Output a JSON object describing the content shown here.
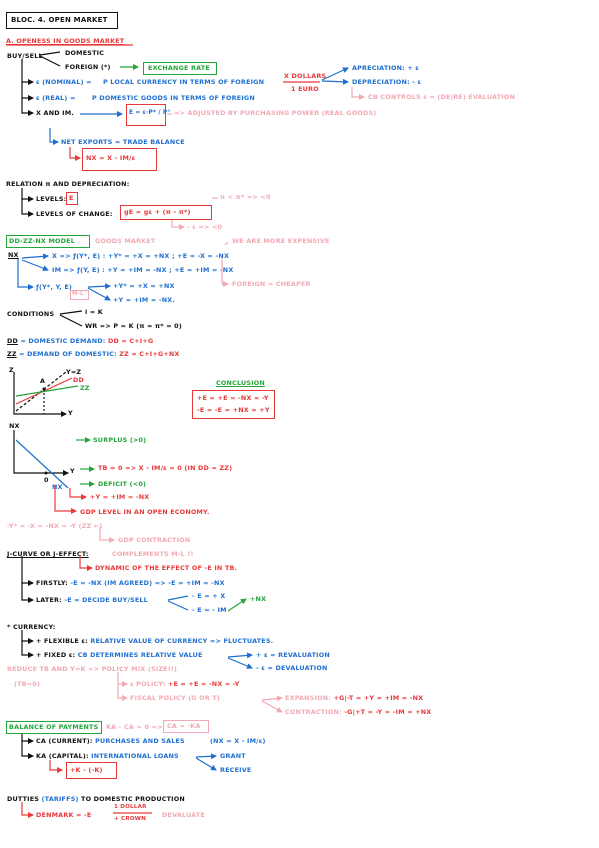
{
  "title": "BLOC. 4. OPEN MARKET",
  "colors": {
    "black": "#111111",
    "blue": "#1f6fd1",
    "red": "#e8393a",
    "green": "#22a63a",
    "pink": "#f2a9b4"
  },
  "s1": {
    "heading": "A. OPENESS IN GOODS MARKET",
    "buysell": "BUY/SELL",
    "domestic": "DOMESTIC",
    "foreign": "FOREIGN (*)",
    "exchange_rate": "EXCHANGE RATE",
    "e_nominal_sym": "ε (NOMINAL) = ",
    "e_nominal_def": "P LOCAL CURRENCY IN TERMS OF FOREIGN",
    "frac_num": "X DOLLARS",
    "frac_den": "1 EURO",
    "appreciation": "APRECIATION: + ε",
    "depreciation": "DEPRECIATION: - ε",
    "cb_controls": "CB CONTROLS  ε = (DE|RE) EVALUATION",
    "e_real_sym": "ε (REAL) = ",
    "e_real_def": "P DOMESTIC GOODS IN TERMS OF FOREIGN",
    "x_and_im": "X AND IM.",
    "e_formula": "E = ε·P* / P°",
    "adjusted": "=> ADJUSTED BY PURCHASING POWER (REAL GOODS)",
    "net_exports": "NET EXPORTS = TRADE BALANCE",
    "nx_formula": "NX = X - IM/ε"
  },
  "s2": {
    "heading": "RELATION π AND DEPRECIATION:",
    "levels_label": "LEVELS:",
    "levels_box": "E",
    "change_label": "LEVELS OF CHANGE:",
    "change_box": "gE = gε + (π - π*)",
    "pink_note1": "π < π* => <0",
    "pink_note2": "- ε => <0"
  },
  "s3": {
    "heading": "DD-ZZ-NX MODEL",
    "goods_market": "GOODS MARKET",
    "more_expensive": "WE ARE MORE EXPENSIVE",
    "nx": "NX",
    "x_line": "X => ƒ(Y*, E) : +Y* = +X = +NX  ;  +E = -X = -NX",
    "im_line": "IM => ƒ(Y, E) : +Y = +IM = -NX  ;  +E = +IM = -NX",
    "foreign_cheaper": "FOREIGN = CHEAPER",
    "f_line": "ƒ(Y*, Y, E)",
    "ml_box": "M-L",
    "f_out1": "+Y* = +X = +NX",
    "f_out2": "+Y = +IM = -NX.",
    "conditions": "CONDITIONS",
    "cond1": "i = K",
    "cond2": "WR => P = K (π = π* = 0)",
    "dd_line_a": "DD",
    "dd_line_b": " = DOMESTIC DEMAND: ",
    "dd_line_c": "DD = C+I+G",
    "zz_line_a": "ZZ",
    "zz_line_b": " = DEMAND OF DOMESTIC: ",
    "zz_line_c": "ZZ = C+I+G+NX"
  },
  "graph1": {
    "ylabel": "Z",
    "xlabel": "Y",
    "diag": "Y=Z",
    "dd": "DD",
    "zz": "ZZ",
    "point": "A"
  },
  "conclusion": {
    "title": "CONCLUSION",
    "line1": "+E = +E = -NX = -Y",
    "line2": "-E = -E = +NX = +Y"
  },
  "graph2": {
    "ylabel": "NX",
    "xlabel": "Y",
    "origin": "0",
    "curve": "NX",
    "surplus": "SURPLUS (>0)",
    "tb_zero": "TB = 0 => X - IM/ε = 0  (IN DD = ZZ)",
    "deficit": "DEFICIT (<0)",
    "y_im": "+Y = +IM = -NX",
    "gdp_level": "GDP LEVEL IN AN OPEN ECONOMY."
  },
  "s4": {
    "pink_line": "-Y* = -X = -NX = -Y (ZZ ←)",
    "gdp_contraction": "GDP CONTRACTION",
    "jcurve": "J-CURVE OR J-EFFECT:",
    "complements": "COMPLEMENTS M-L !!",
    "dynamic": "DYNAMIC OF THE EFFECT OF -E IN TB.",
    "firstly_a": "FIRSTLY: ",
    "firstly_b": "-E = -NX (IM AGREED) => -E = +IM = -NX",
    "later_a": "LATER: ",
    "later_b": "-E = DECIDE BUY/SELL",
    "later_c1": "- E = + X",
    "later_c2": "- E = - IM",
    "later_nx": "+NX"
  },
  "s5": {
    "currency": "* CURRENCY:",
    "flex_a": "+ FLEXIBLE ε: ",
    "flex_b": "RELATIVE VALUE OF CURRENCY => FLUCTUATES.",
    "fixed_a": "+ FIXED ε: ",
    "fixed_b": "CB DETERMINES RELATIVE VALUE",
    "revaluation": "+ ε = REVALUATION",
    "devaluation": "- ε = DEVALUATION",
    "reduce": "REDUCE TB AND Y=K => POLICY MIX (SIZE!!)",
    "tb0": "(TB=0)",
    "e_policy_a": "ε POLICY: ",
    "e_policy_b": "+E = +E = -NX = -Y",
    "fiscal": "FISCAL POLICY (G OR T)",
    "expansion_a": "EXPANSION: ",
    "expansion_b": "+G|-T = +Y = +IM = -NX",
    "contraction_a": "CONTRACTION: ",
    "contraction_b": "-G|+T = -Y = -IM = +NX"
  },
  "s6": {
    "bop": "BALANCE OF PAYMENTS",
    "bop_note": "KA - CA = 0 =>",
    "bop_box": "CA = -KA",
    "ca_a": "CA (CURRENT): ",
    "ca_b": "PURCHASES AND SALES",
    "ca_c": "(NX = X - IM/ε)",
    "ka_a": "KA (CAPITAL): ",
    "ka_b": "INTERNATIONAL LOANS",
    "grant": "GRANT",
    "receive": "RECEIVE",
    "k_box": "+K - (-K)"
  },
  "s7": {
    "duties_a": "DUTTIES ",
    "duties_b": "(TARIFFS)",
    "duties_c": " TO DOMESTIC PRODUCTION",
    "denmark": "DENMARK = -E",
    "den_num": "1 DOLLAR",
    "den_den": "+ CROWN",
    "devaluate": "DEVALUATE"
  }
}
